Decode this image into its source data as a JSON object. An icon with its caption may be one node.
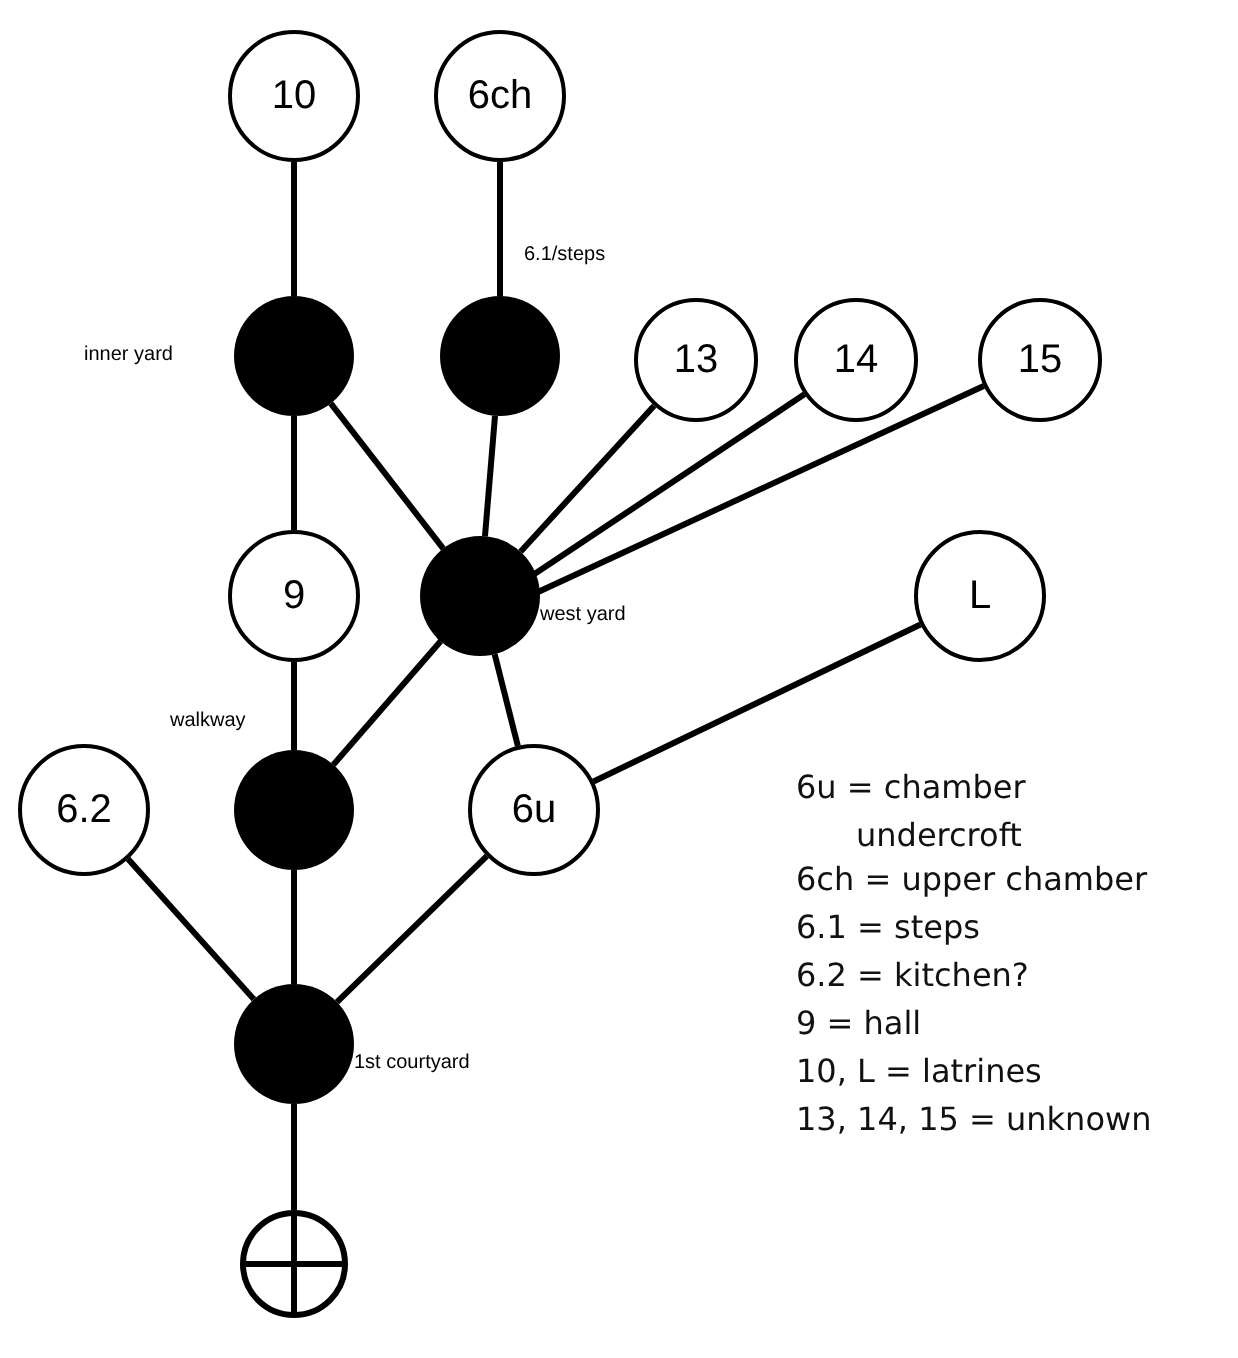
{
  "diagram": {
    "nodes": [
      {
        "text": [
          "10"
        ]
      },
      {
        "text": [
          "6ch"
        ]
      },
      {
        "text": [],
        "shape": "dot",
        "beside": [
          "inner yard"
        ]
      },
      {
        "text": [],
        "shape": "dot",
        "beside": [
          "6.1/steps"
        ]
      },
      {
        "text": [
          "13"
        ]
      },
      {
        "text": [
          "14"
        ]
      },
      {
        "text": [
          "15"
        ]
      },
      {
        "text": [
          "9"
        ]
      },
      {
        "text": [],
        "shape": "dot",
        "beside": [
          "west yard"
        ]
      },
      {
        "text": [
          "L"
        ]
      },
      {
        "text": [
          "6.2"
        ]
      },
      {
        "text": [],
        "shape": "dot",
        "beside": [
          "walkway"
        ]
      },
      {
        "text": [
          "6u"
        ]
      },
      {
        "text": [],
        "shape": "dot",
        "beside": [
          "1st courtyard"
        ]
      },
      {
        "text": [],
        "shape": "circle"
      }
    ],
    "edges": [
      {
        "from": 0,
        "to": 2,
        "arrow": "none"
      },
      {
        "from": 1,
        "to": 3,
        "arrow": "none"
      },
      {
        "from": 2,
        "to": 7,
        "arrow": "none"
      },
      {
        "from": 2,
        "to": 8,
        "arrow": "none"
      },
      {
        "from": 3,
        "to": 8,
        "arrow": "none"
      },
      {
        "from": 4,
        "to": 8,
        "arrow": "none"
      },
      {
        "from": 5,
        "to": 8,
        "arrow": "none"
      },
      {
        "from": 6,
        "to": 8,
        "arrow": "none"
      },
      {
        "from": 7,
        "to": 11,
        "arrow": "none"
      },
      {
        "from": 8,
        "to": 11,
        "arrow": "none"
      },
      {
        "from": 8,
        "to": 12,
        "arrow": "none"
      },
      {
        "from": 12,
        "to": 9,
        "arrow": "none"
      },
      {
        "from": 10,
        "to": 13,
        "arrow": "none"
      },
      {
        "from": 11,
        "to": 13,
        "arrow": "none"
      },
      {
        "from": 12,
        "to": 13,
        "arrow": "none"
      },
      {
        "from": 13,
        "to": 14,
        "arrow": "none"
      }
    ],
    "labels": [
      "6u = chamber undercroft",
      "6ch = upper chamber",
      "6.1 = steps",
      "6.2 = kitchen?",
      "9 = hall",
      "10, L = latrines",
      "13, 14, 15 = unknown"
    ]
  }
}
